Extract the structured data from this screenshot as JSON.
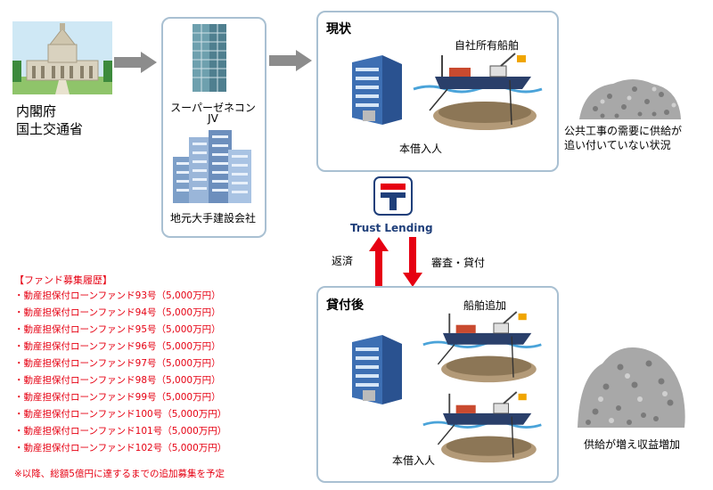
{
  "government": {
    "line1": "内閣府",
    "line2": "国土交通省"
  },
  "contractors": {
    "super_general_line1": "スーパーゼネコン",
    "super_general_line2": "JV",
    "local": "地元大手建設会社"
  },
  "current": {
    "title": "現状",
    "ship_label": "自社所有船舶",
    "loan_label": "本借入人"
  },
  "shortage_text": {
    "line1": "公共工事の需要に供給が",
    "line2": "追い付いていない状況"
  },
  "lender": {
    "name": "Trust Lending",
    "repay": "返済",
    "review": "審査・貸付"
  },
  "after": {
    "title": "貸付後",
    "ship_label": "船舶追加",
    "loan_label": "本借入人"
  },
  "profit_text": "供給が増え収益増加",
  "fund_history": {
    "heading": "【ファンド募集履歴】",
    "items": [
      "・動産担保付ローンファンド93号（5,000万円）",
      "・動産担保付ローンファンド94号（5,000万円）",
      "・動産担保付ローンファンド95号（5,000万円）",
      "・動産担保付ローンファンド96号（5,000万円）",
      "・動産担保付ローンファンド97号（5,000万円）",
      "・動産担保付ローンファンド98号（5,000万円）",
      "・動産担保付ローンファンド99号（5,000万円）",
      "・動産担保付ローンファンド100号（5,000万円）",
      "・動産担保付ローンファンド101号（5,000万円）",
      "・動産担保付ローンファンド102号（5,000万円）"
    ],
    "note": "※以降、総額5億円に達するまでの追加募集を予定"
  },
  "colors": {
    "border": "#a9c0d2",
    "arrow_gray": "#8c8c8c",
    "arrow_red": "#e60012",
    "text_red": "#e60012",
    "logo_blue": "#1f3f7a"
  }
}
